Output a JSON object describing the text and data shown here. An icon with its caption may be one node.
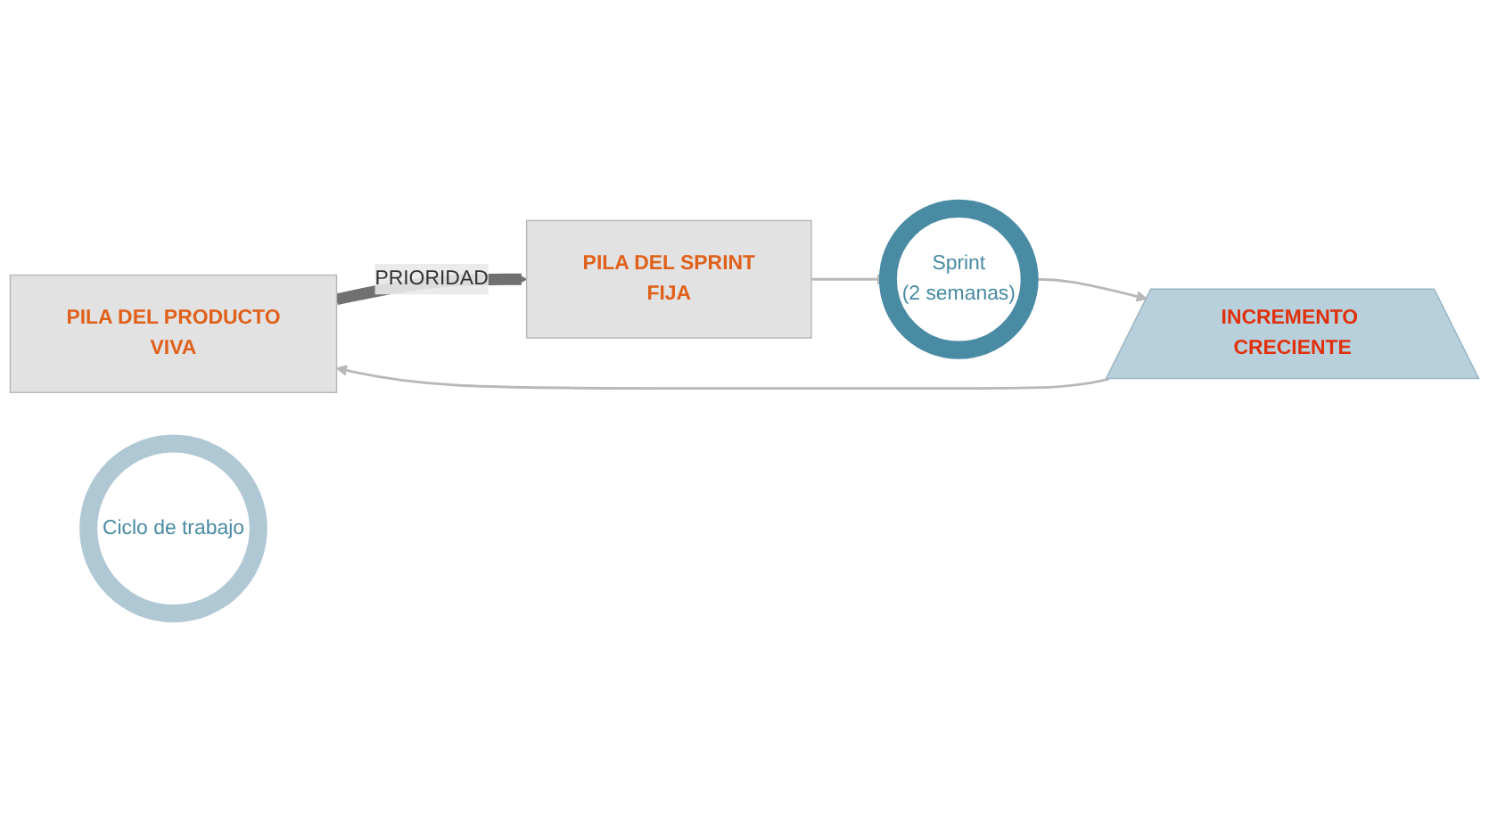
{
  "diagram": {
    "nodes": [
      {
        "text": [
          "PILA DEL PRODUCTO",
          "VIVA"
        ]
      },
      {
        "text": [
          "PILA DEL SPRINT",
          "FIJA"
        ]
      },
      {
        "text": [
          "Ciclo de trabajo"
        ]
      },
      {
        "text": [
          "Sprint",
          "(2 semanas)"
        ]
      },
      {
        "text": [
          "INCREMENTO CRECIENTE"
        ]
      }
    ],
    "edges": [
      {
        "from": 0,
        "to": 1,
        "arrow": "to",
        "label": "PRIORIDAD",
        "style": "thick",
        "color": "#707070"
      },
      {
        "from": 1,
        "to": 3,
        "arrow": "to"
      },
      {
        "from": 3,
        "to": 4,
        "arrow": "to"
      },
      {
        "from": 4,
        "to": 0,
        "arrow": "to"
      }
    ]
  }
}
